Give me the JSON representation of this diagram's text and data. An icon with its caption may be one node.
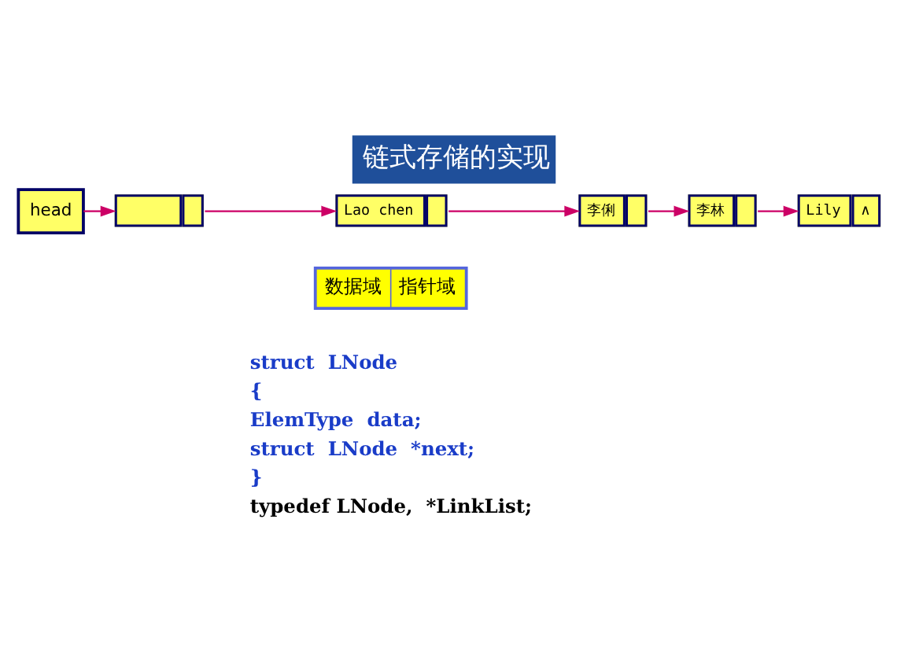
{
  "diagram": {
    "title": "链式存储的实现",
    "nodes": [
      {
        "text": [
          "head"
        ]
      },
      {
        "text": [],
        "shape": "box"
      },
      {
        "text": [
          "Lao chen"
        ]
      },
      {
        "text": [
          "李俐"
        ]
      },
      {
        "text": [
          "李林"
        ]
      },
      {
        "text": [
          "Lily",
          "∧"
        ]
      }
    ],
    "edges": [
      {
        "from": 0,
        "to": 1,
        "arrow": "to"
      },
      {
        "from": 1,
        "to": 2,
        "arrow": "to"
      },
      {
        "from": 2,
        "to": 3,
        "arrow": "to"
      },
      {
        "from": 3,
        "to": 4,
        "arrow": "to"
      },
      {
        "from": 4,
        "to": 5,
        "arrow": "to"
      }
    ],
    "labels": [
      "数据域",
      "指针域",
      "struct  LNode",
      "{",
      "ElemType  data;",
      "struct  LNode  *next;",
      "}",
      "typedef LNode,  *LinkList;"
    ]
  }
}
